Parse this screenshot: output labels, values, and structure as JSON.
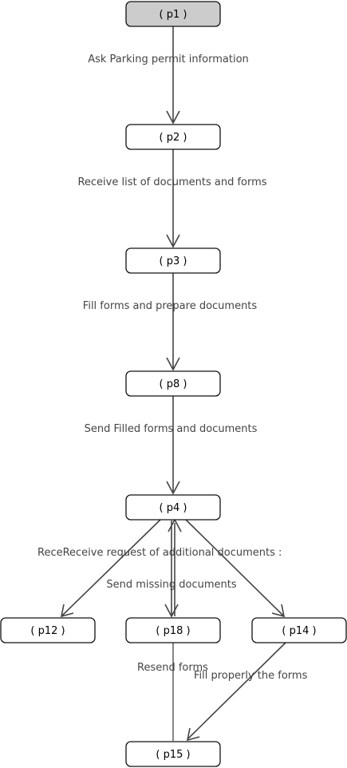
{
  "nodes": {
    "p1": "( p1 )",
    "p2": "( p2 )",
    "p3": "( p3 )",
    "p8": "( p8 )",
    "p4": "( p4 )",
    "p12": "( p12 )",
    "p18": "( p18 )",
    "p14": "( p14 )",
    "p15": "( p15 )"
  },
  "edges": {
    "p1_p2": "Ask Parking permit information",
    "p2_p3": "Receive list of documents and forms",
    "p3_p8": "Fill forms and prepare documents",
    "p8_p4": "Send Filled forms and documents",
    "p4_out": "ReceReceive request of additional documents  :",
    "p18_p4": "Send missing documents",
    "p18_p15": "Resend forms",
    "p14_p15": "Fill properly the forms"
  },
  "colors": {
    "start_fill": "#cccccc",
    "node_fill": "#ffffff",
    "edge": "#444444"
  }
}
